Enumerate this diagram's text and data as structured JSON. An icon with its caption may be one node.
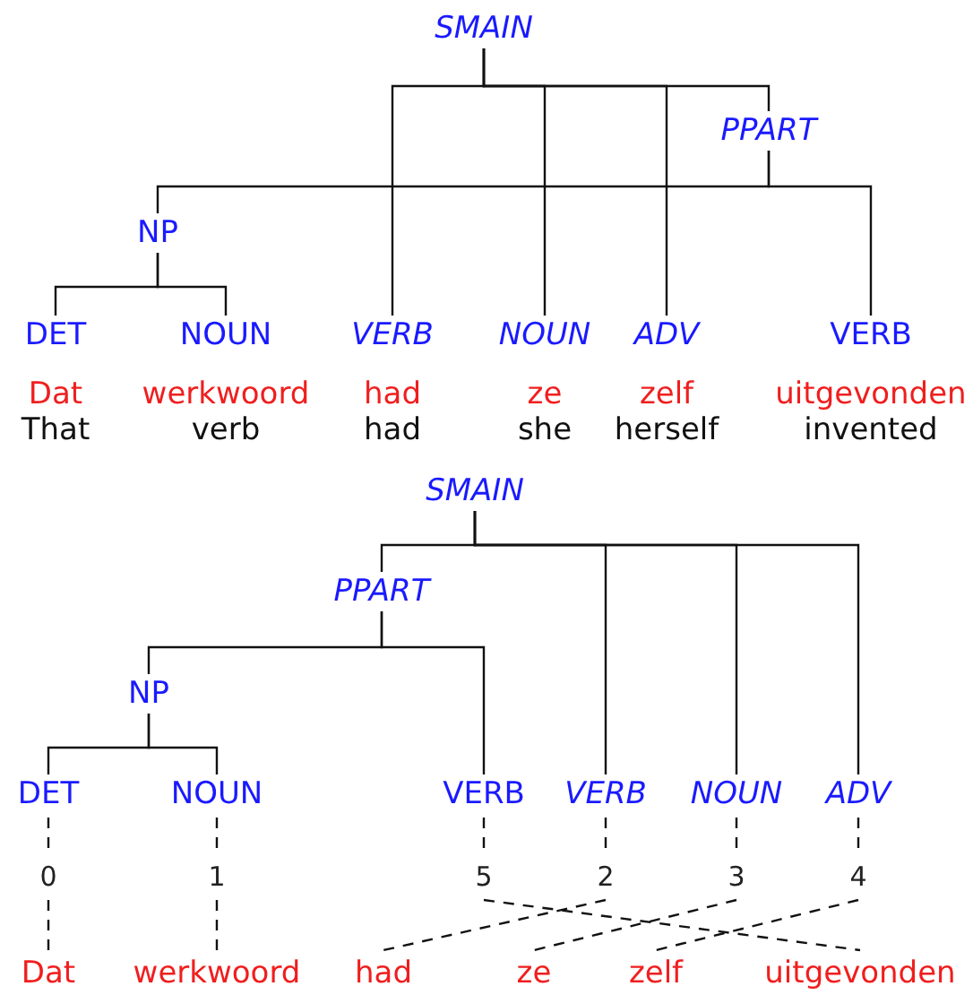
{
  "diagram": {
    "nodes": [
      {
        "text": [
          "SMAIN"
        ]
      },
      {
        "text": [
          "PPART"
        ]
      },
      {
        "text": [
          "NP"
        ]
      },
      {
        "text": [
          "DET"
        ]
      },
      {
        "text": [
          "NOUN"
        ]
      },
      {
        "text": [
          "VERB"
        ]
      },
      {
        "text": [
          "NOUN"
        ]
      },
      {
        "text": [
          "ADV"
        ]
      },
      {
        "text": [
          "VERB"
        ]
      },
      {
        "text": [
          "Dat"
        ],
        "beside": [
          "That"
        ]
      },
      {
        "text": [
          "werkwoord"
        ],
        "beside": [
          "verb"
        ]
      },
      {
        "text": [
          "had"
        ],
        "beside": [
          "had"
        ]
      },
      {
        "text": [
          "ze"
        ],
        "beside": [
          "she"
        ]
      },
      {
        "text": [
          "zelf"
        ],
        "beside": [
          "herself"
        ]
      },
      {
        "text": [
          "uitgevonden"
        ],
        "beside": [
          "invented"
        ]
      },
      {
        "text": [
          "SMAIN"
        ]
      },
      {
        "text": [
          "PPART"
        ]
      },
      {
        "text": [
          "NP"
        ]
      },
      {
        "text": [
          "DET"
        ]
      },
      {
        "text": [
          "NOUN"
        ]
      },
      {
        "text": [
          "VERB"
        ]
      },
      {
        "text": [
          "VERB"
        ]
      },
      {
        "text": [
          "NOUN"
        ]
      },
      {
        "text": [
          "ADV"
        ]
      },
      {
        "text": [
          "0"
        ]
      },
      {
        "text": [
          "1"
        ]
      },
      {
        "text": [
          "5"
        ]
      },
      {
        "text": [
          "2"
        ]
      },
      {
        "text": [
          "3"
        ]
      },
      {
        "text": [
          "4"
        ]
      },
      {
        "text": [
          "Dat"
        ]
      },
      {
        "text": [
          "werkwoord"
        ]
      },
      {
        "text": [
          "had"
        ]
      },
      {
        "text": [
          "ze"
        ]
      },
      {
        "text": [
          "zelf"
        ]
      },
      {
        "text": [
          "uitgevonden"
        ]
      }
    ],
    "edges": [
      {
        "from": 0,
        "to": 5,
        "arrow": "none"
      },
      {
        "from": 0,
        "to": 6,
        "arrow": "none"
      },
      {
        "from": 0,
        "to": 7,
        "arrow": "none"
      },
      {
        "from": 0,
        "to": 1,
        "arrow": "none"
      },
      {
        "from": 1,
        "to": 2,
        "arrow": "none"
      },
      {
        "from": 1,
        "to": 8,
        "arrow": "none"
      },
      {
        "from": 2,
        "to": 3,
        "arrow": "none"
      },
      {
        "from": 2,
        "to": 4,
        "arrow": "none"
      },
      {
        "from": 15,
        "to": 16,
        "arrow": "none"
      },
      {
        "from": 15,
        "to": 21,
        "arrow": "none"
      },
      {
        "from": 15,
        "to": 22,
        "arrow": "none"
      },
      {
        "from": 15,
        "to": 23,
        "arrow": "none"
      },
      {
        "from": 16,
        "to": 17,
        "arrow": "none"
      },
      {
        "from": 16,
        "to": 20,
        "arrow": "none"
      },
      {
        "from": 17,
        "to": 18,
        "arrow": "none"
      },
      {
        "from": 17,
        "to": 19,
        "arrow": "none"
      },
      {
        "from": 18,
        "to": 24,
        "arrow": "none",
        "style": "dashed"
      },
      {
        "from": 19,
        "to": 25,
        "arrow": "none",
        "style": "dashed"
      },
      {
        "from": 20,
        "to": 26,
        "arrow": "none",
        "style": "dashed"
      },
      {
        "from": 21,
        "to": 27,
        "arrow": "none",
        "style": "dashed"
      },
      {
        "from": 22,
        "to": 28,
        "arrow": "none",
        "style": "dashed"
      },
      {
        "from": 23,
        "to": 29,
        "arrow": "none",
        "style": "dashed"
      },
      {
        "from": 24,
        "to": 30,
        "arrow": "none",
        "style": "dashed"
      },
      {
        "from": 25,
        "to": 31,
        "arrow": "none",
        "style": "dashed"
      },
      {
        "from": 26,
        "to": 35,
        "arrow": "none",
        "style": "dashed"
      },
      {
        "from": 27,
        "to": 32,
        "arrow": "none",
        "style": "dashed"
      },
      {
        "from": 28,
        "to": 33,
        "arrow": "none",
        "style": "dashed"
      },
      {
        "from": 29,
        "to": 34,
        "arrow": "none",
        "style": "dashed"
      }
    ]
  }
}
